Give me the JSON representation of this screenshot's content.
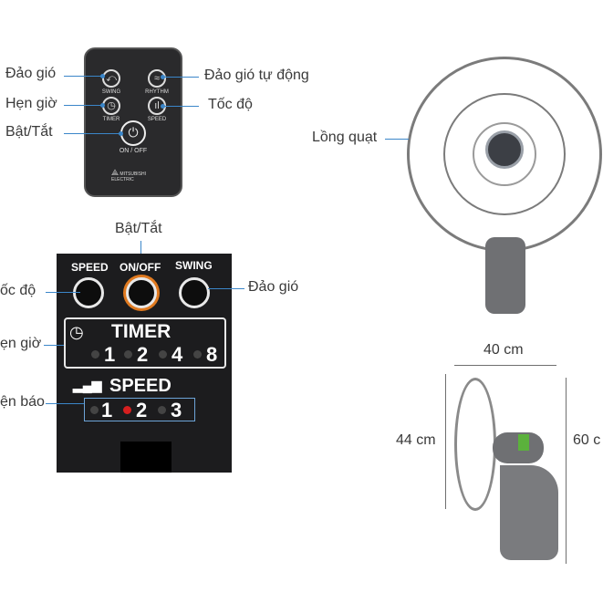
{
  "remote": {
    "labels": {
      "swing": "Đảo gió",
      "timer": "Hẹn giờ",
      "power": "Bật/Tắt",
      "rhythm": "Đảo gió tự động",
      "speed": "Tốc độ"
    },
    "buttons": {
      "swing": "SWING",
      "rhythm": "RHYTHM",
      "timer": "TIMER",
      "speed": "SPEED",
      "power": "ON / OFF"
    },
    "brand": "MITSUBISHI ELECTRIC"
  },
  "panel": {
    "top_label": "Bật/Tắt",
    "left_speed": "ốc độ",
    "right_swing": "Đảo gió",
    "timer_label": "ẹn giờ",
    "indicator_label": "ện báo",
    "knobs": [
      "SPEED",
      "ON/OFF",
      "SWING"
    ],
    "timer_title": "TIMER",
    "timer_values": [
      "1",
      "2",
      "4",
      "8"
    ],
    "speed_title": "SPEED",
    "speed_values": [
      "1",
      "2",
      "3"
    ]
  },
  "front_fan": {
    "label": "Lồng quạt"
  },
  "side_fan": {
    "width": "40 cm",
    "height_left": "44 cm",
    "height_right": "60 c"
  },
  "colors": {
    "callout_line": "#3b86c9",
    "led_on": "#d71f1f",
    "power_ring": "#e07a20"
  }
}
